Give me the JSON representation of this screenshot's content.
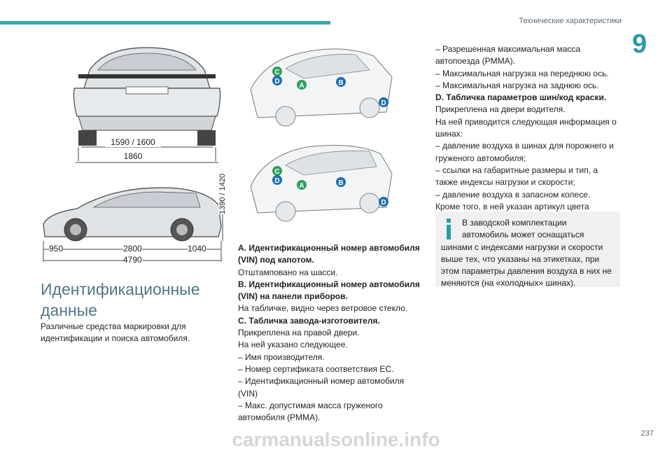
{
  "header": {
    "title": "Технические характеристики",
    "chapter": "9"
  },
  "rear_view": {
    "width_label": "1590 / 1600",
    "overall_label": "1860"
  },
  "side_view": {
    "height_label": "1390 / 1420",
    "front_overhang": "950",
    "wheelbase": "2800",
    "rear_overhang": "1040",
    "length": "4790"
  },
  "markers": {
    "a": "A",
    "b": "B",
    "c": "C",
    "d": "D"
  },
  "section": {
    "title": "Идентификационные данные",
    "intro": "Различные средства маркировки для идентификации и поиска автомобиля."
  },
  "col2": [
    {
      "text": "A. Идентификационный номер автомобиля (VIN) под капотом.",
      "bold": true
    },
    {
      "text": "Отштамповано на шасси.",
      "bold": false
    },
    {
      "text": "B. Идентификационный номер автомобиля (VIN) на панели приборов.",
      "bold": true
    },
    {
      "text": "На табличке, видно через ветровое стекло.",
      "bold": false
    },
    {
      "text": "C. Табличка завода-изготовителя.",
      "bold": true
    },
    {
      "text": "Прикреплена на правой двери.",
      "bold": false
    },
    {
      "text": "На ней указано следующее.",
      "bold": false
    },
    {
      "text": "–  Имя производителя.",
      "bold": false
    },
    {
      "text": "–  Номер сертификата соответствия ЕС.",
      "bold": false
    },
    {
      "text": "–  Идентификационный номер автомобиля (VIN)",
      "bold": false
    },
    {
      "text": "–  Макс. допустимая масса груженого автомобиля (PMMA).",
      "bold": false
    }
  ],
  "col3": [
    {
      "text": "–  Разрешенная максимальная масса автопоезда (PMMA).",
      "bold": false
    },
    {
      "text": "–  Максимальная нагрузка на переднюю ось.",
      "bold": false
    },
    {
      "text": "–  Максимальная нагрузка на заднюю ось.",
      "bold": false
    },
    {
      "text": "D. Табличка параметров шин/код краски.",
      "bold": true
    },
    {
      "text": "Прикреплена на двери водителя.",
      "bold": false
    },
    {
      "text": "На ней приводится следующая информация о шинах:",
      "bold": false
    },
    {
      "text": "–  давление воздуха в шинах для порожнего и груженого автомобиля;",
      "bold": false
    },
    {
      "text": "–  ссылки на габаритные размеры и тип, а также индексы нагрузки и скорости;",
      "bold": false
    },
    {
      "text": "–  давление воздуха в запасном колесе.",
      "bold": false
    },
    {
      "text": "Кроме того, в ней указан артикул цвета декоративного покрытия кузова.",
      "bold": false
    }
  ],
  "note": {
    "text": "В заводской комплектации автомобиль может оснащаться шинами с индексами нагрузки и скорости выше тех, что указаны на этикетках, при этом параметры давления воздуха в них не меняются (на «холодных» шинах)."
  },
  "footer": {
    "url": "carmanualsonline.info",
    "page": "237"
  },
  "colors": {
    "accent": "#3aa6ad",
    "marker_green": "#2f9f5c",
    "marker_blue": "#1f6fb2",
    "title": "#4f7785"
  }
}
